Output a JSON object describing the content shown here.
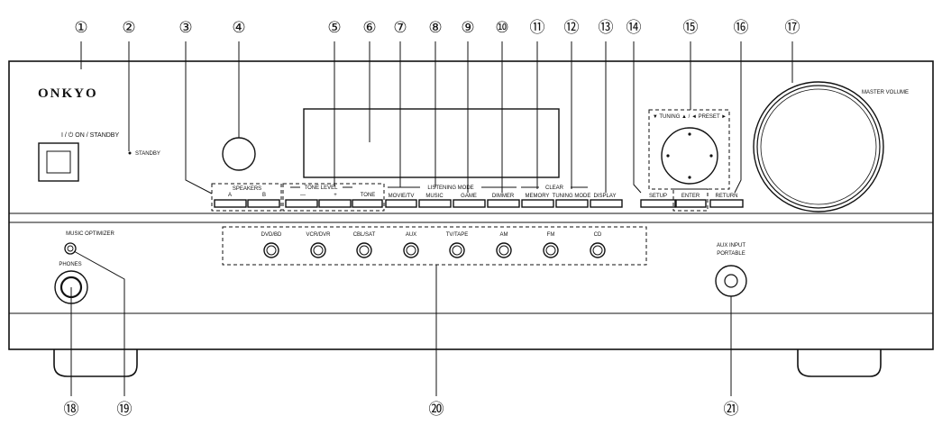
{
  "brand": "ONKYO",
  "labels": {
    "power": "I / ⏻ ON / STANDBY",
    "standby": "STANDBY",
    "master_volume": "MASTER VOLUME",
    "speakers": "SPEAKERS",
    "speaker_a": "A",
    "speaker_b": "B",
    "tone_level": "TONE LEVEL",
    "tone_minus": "—",
    "tone_plus": "+",
    "tone": "TONE",
    "listening_mode": "LISTENING MODE",
    "clear": "CLEAR",
    "tuning_preset": "▼ TUNING ▲ / ◄ PRESET ►",
    "movie_tv": "MOVIE/TV",
    "music": "MUSIC",
    "game": "GAME",
    "dimmer": "DIMMER",
    "memory": "MEMORY",
    "tuning_mode": "TUNING MODE",
    "display": "DISPLAY",
    "setup": "SETUP",
    "enter": "ENTER",
    "return": "RETURN",
    "music_optimizer": "MUSIC OPTIMIZER",
    "phones": "PHONES",
    "aux_input": "AUX INPUT",
    "portable": "PORTABLE"
  },
  "inputs": [
    "DVD/BD",
    "VCR/DVR",
    "CBL/SAT",
    "AUX",
    "TV/TAPE",
    "AM",
    "FM",
    "CD"
  ],
  "callouts": [
    "①",
    "②",
    "③",
    "④",
    "⑤",
    "⑥",
    "⑦",
    "⑧",
    "⑨",
    "⑩",
    "⑪",
    "⑫",
    "⑬",
    "⑭",
    "⑮",
    "⑯",
    "⑰",
    "⑱",
    "⑲",
    "⑳",
    "㉑"
  ]
}
